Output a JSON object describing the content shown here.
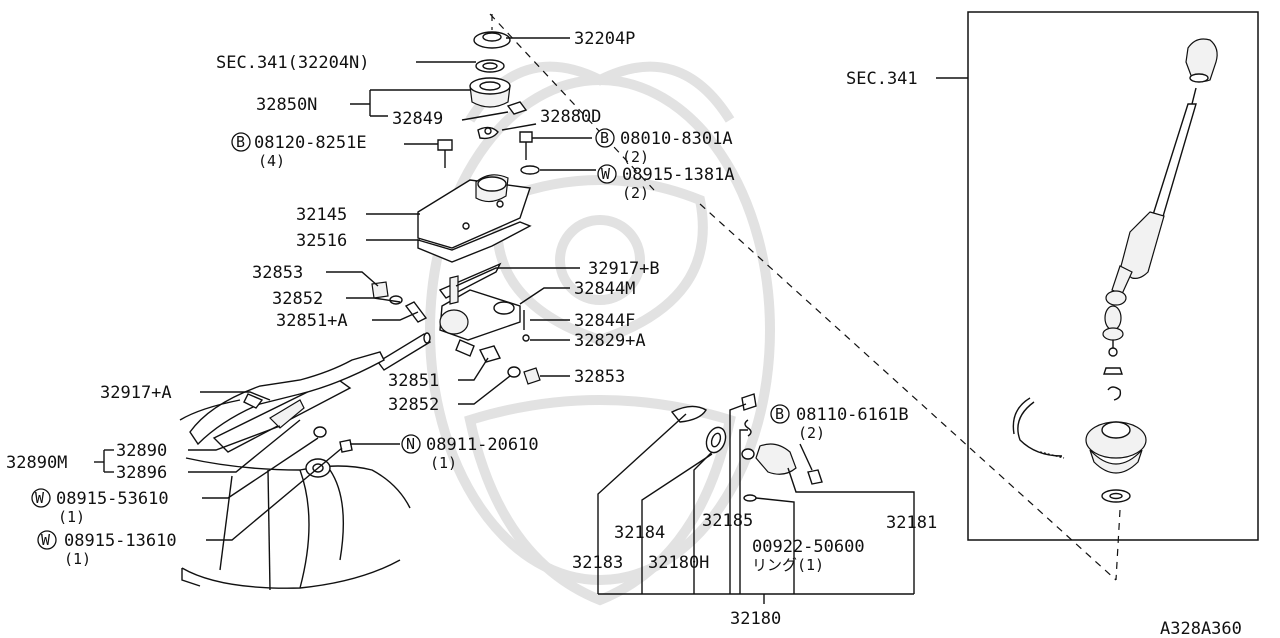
{
  "diagram": {
    "drawing_code": "A328A360",
    "inset_ref": "SEC.341",
    "labels": {
      "p32204P": "32204P",
      "sec341_32204N": "SEC.341(32204N)",
      "p32850N": "32850N",
      "p32849": "32849",
      "p32880D": "32880D",
      "b08120": "08120-8251E",
      "b08120_qty": "(4)",
      "b08010": "08010-8301A",
      "b08010_qty": "(2)",
      "w08915_1381": "08915-1381A",
      "w08915_1381_qty": "(2)",
      "p32145": "32145",
      "p32516": "32516",
      "p32853_top": "32853",
      "p32917B": "32917+B",
      "p32852_top": "32852",
      "p32844M": "32844M",
      "p32851A": "32851+A",
      "p32844F": "32844F",
      "p32829A": "32829+A",
      "p32851": "32851",
      "p32853_bot": "32853",
      "p32852_bot": "32852",
      "p32917A": "32917+A",
      "p32890": "32890",
      "p32890M": "32890M",
      "p32896": "32896",
      "n08911": "08911-20610",
      "n08911_qty": "(1)",
      "w08915_53610": "08915-53610",
      "w08915_53610_qty": "(1)",
      "w08915_13610": "08915-13610",
      "w08915_13610_qty": "(1)",
      "b08110": "08110-6161B",
      "b08110_qty": "(2)",
      "p32184": "32184",
      "p32185": "32185",
      "p32181": "32181",
      "p32183": "32183",
      "p32180H": "32180H",
      "p00922": "00922-50600",
      "ring": "リング(1)",
      "p32180": "32180"
    },
    "badges": {
      "b": "B",
      "w": "W",
      "n": "N"
    }
  }
}
